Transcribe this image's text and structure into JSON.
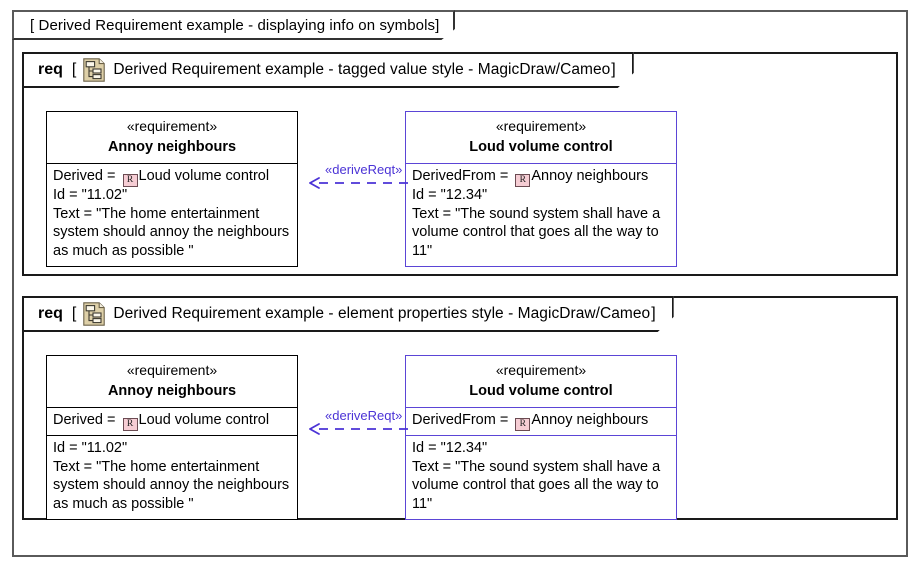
{
  "diagram": {
    "outer_frame_label": "[ Derived Requirement example - displaying info on symbols]",
    "frames": [
      {
        "keyword": "req",
        "bracket_open": "[",
        "bracket_close": "]",
        "icon": "package-diagram-icon",
        "title": "Derived Requirement example - tagged value style - MagicDraw/Cameo"
      },
      {
        "keyword": "req",
        "bracket_open": "[",
        "bracket_close": "]",
        "icon": "package-diagram-icon",
        "title": "Derived Requirement example - element properties style - MagicDraw/Cameo"
      }
    ],
    "colors": {
      "accent": "#5b45d6",
      "connector": "#4b33d6",
      "frame_border": "#1a1a1a",
      "outer_border": "#5a5a5a",
      "r_icon_fill": "#f6cdd4",
      "pkg_icon_fill": "#ded0a8"
    },
    "connector": {
      "label": "«deriveReqt»",
      "style": "dashed",
      "arrow": "open-arrow-left",
      "direction": "right-to-left"
    }
  },
  "boxes": {
    "annoy_tagged": {
      "stereotype": "«requirement»",
      "name": "Annoy neighbours",
      "compartments": [
        {
          "separated": false,
          "lines": [
            {
              "prefix": "Derived = ",
              "icon": "requirement-ref-icon",
              "icon_label": "R",
              "value": "Loud volume control",
              "wrap": false
            },
            {
              "prefix": "Id = \"11.02\"",
              "wrap": false
            },
            {
              "prefix": "Text = \"The home entertainment system should annoy the neighbours as much as possible \"",
              "wrap": true
            }
          ]
        }
      ]
    },
    "loud_tagged": {
      "stereotype": "«requirement»",
      "name": "Loud volume control",
      "compartments": [
        {
          "separated": false,
          "lines": [
            {
              "prefix": "DerivedFrom = ",
              "icon": "requirement-ref-icon",
              "icon_label": "R",
              "value": "Annoy neighbours",
              "wrap": false
            },
            {
              "prefix": "Id = \"12.34\"",
              "wrap": false
            },
            {
              "prefix": "Text = \"The sound system shall have a volume control that goes all the way to 11\"",
              "wrap": true
            }
          ]
        }
      ]
    },
    "annoy_props": {
      "stereotype": "«requirement»",
      "name": "Annoy neighbours",
      "compartments": [
        {
          "separated": true,
          "lines": [
            {
              "prefix": "Derived = ",
              "icon": "requirement-ref-icon",
              "icon_label": "R",
              "value": "Loud volume control",
              "wrap": false
            }
          ]
        },
        {
          "separated": false,
          "lines": [
            {
              "prefix": "Id = \"11.02\"",
              "wrap": false
            },
            {
              "prefix": "Text = \"The home entertainment system should annoy the neighbours as much as possible \"",
              "wrap": true
            }
          ]
        }
      ]
    },
    "loud_props": {
      "stereotype": "«requirement»",
      "name": "Loud volume control",
      "compartments": [
        {
          "separated": true,
          "lines": [
            {
              "prefix": "DerivedFrom = ",
              "icon": "requirement-ref-icon",
              "icon_label": "R",
              "value": "Annoy neighbours",
              "wrap": false
            }
          ]
        },
        {
          "separated": false,
          "lines": [
            {
              "prefix": "Id = \"12.34\"",
              "wrap": false
            },
            {
              "prefix": "Text = \"The sound system shall have a volume control that goes all the way to 11\"",
              "wrap": true
            }
          ]
        }
      ]
    }
  }
}
